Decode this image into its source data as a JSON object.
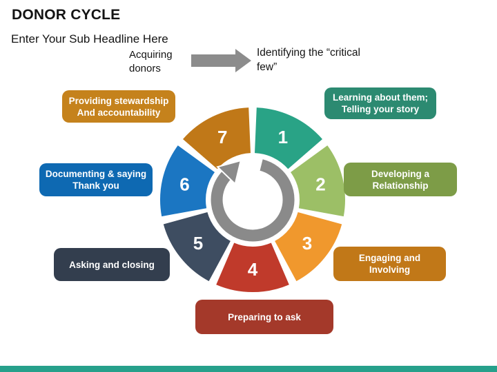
{
  "slide": {
    "title": "DONOR CYCLE",
    "subtitle": "Enter Your Sub Headline Here",
    "annotation": {
      "source_lines": [
        "Acquiring",
        "donors"
      ],
      "target_text": "Identifying the “critical few”"
    },
    "colors": {
      "accent_bar": "#26A08B",
      "flow_arrow": "#8C8C8C",
      "ring": "#8A8A8A"
    }
  },
  "cycle": {
    "segments": [
      {
        "number": "1",
        "wedge_color": "#29A386",
        "box_color": "#2C8A71",
        "label_lines": [
          "Learning about them;",
          "Telling your story"
        ]
      },
      {
        "number": "2",
        "wedge_color": "#9CBF66",
        "box_color": "#7D9C47",
        "label_lines": [
          "Developing a",
          "Relationship"
        ]
      },
      {
        "number": "3",
        "wedge_color": "#F0982D",
        "box_color": "#C17818",
        "label_lines": [
          "Engaging and",
          "Involving"
        ]
      },
      {
        "number": "4",
        "wedge_color": "#C03A2B",
        "box_color": "#A4392A",
        "label_lines": [
          "Preparing to ask"
        ]
      },
      {
        "number": "5",
        "wedge_color": "#3E4D61",
        "box_color": "#333E4E",
        "label_lines": [
          "Asking and closing"
        ]
      },
      {
        "number": "6",
        "wedge_color": "#1B76C2",
        "box_color": "#0E69B2",
        "label_lines": [
          "Documenting & saying",
          "Thank you"
        ]
      },
      {
        "number": "7",
        "wedge_color": "#C07818",
        "box_color": "#C5821C",
        "label_lines": [
          "Providing stewardship",
          "And accountability"
        ]
      }
    ]
  }
}
